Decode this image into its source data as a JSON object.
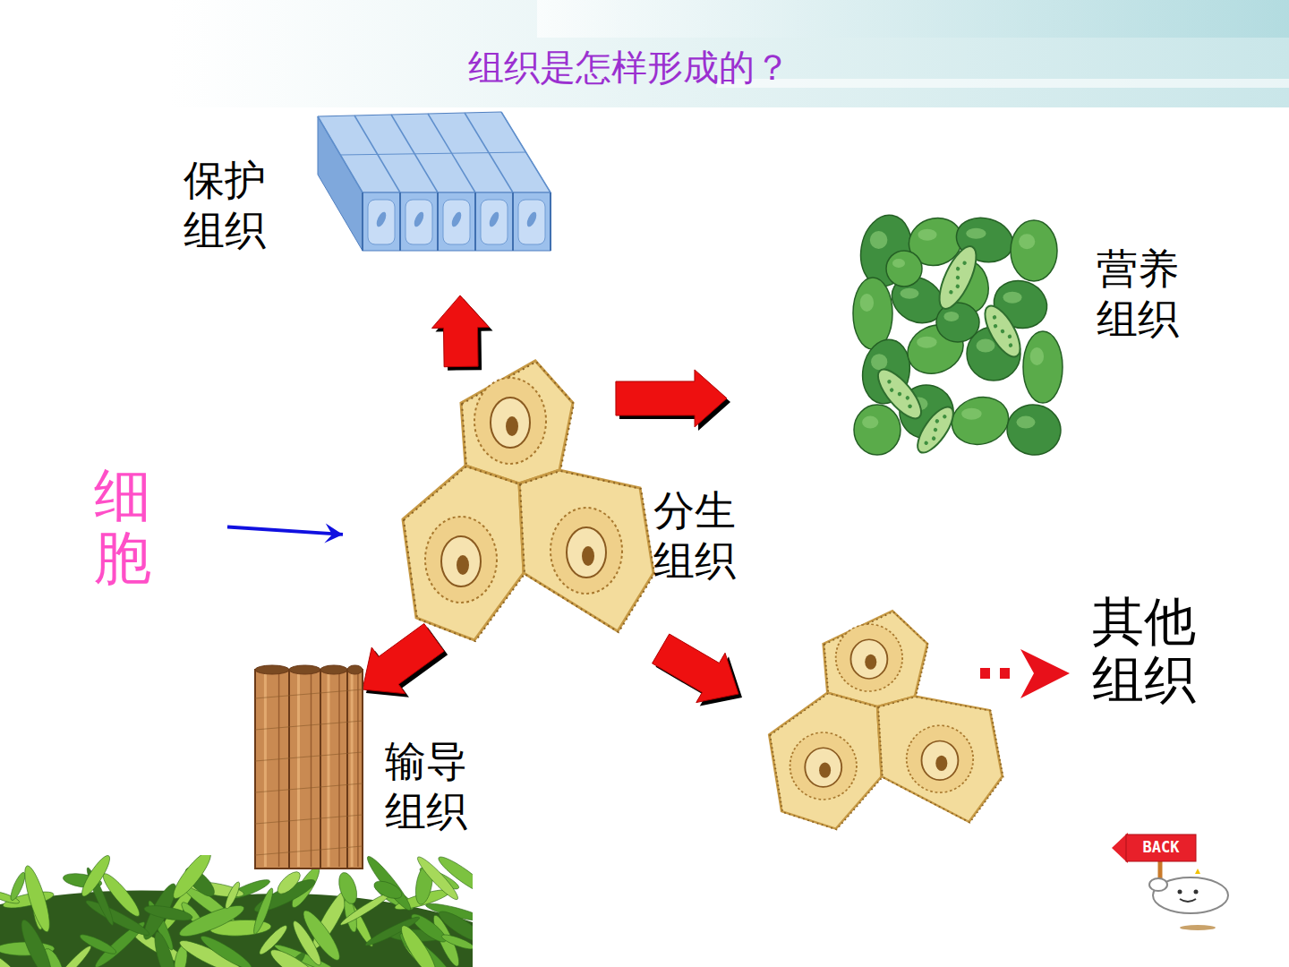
{
  "diagram": {
    "title": "组织是怎样形成的？",
    "nodes": [
      {
        "text": [
          "保护组织"
        ]
      },
      {
        "text": [
          "营养组织"
        ]
      },
      {
        "text": [
          "细胞"
        ]
      },
      {
        "text": [
          "分生组织"
        ]
      },
      {
        "text": [
          "输导组织"
        ]
      },
      {
        "text": [
          "其他组织"
        ]
      }
    ],
    "edges": [
      {
        "from": 2,
        "to": 3,
        "arrow": "to"
      },
      {
        "from": 3,
        "to": 0,
        "arrow": "to"
      },
      {
        "from": 3,
        "to": 1,
        "arrow": "to"
      },
      {
        "from": 3,
        "to": 4,
        "arrow": "to"
      },
      {
        "from": 3,
        "to": 5,
        "arrow": "to"
      }
    ],
    "labels": [
      "BACK"
    ]
  }
}
